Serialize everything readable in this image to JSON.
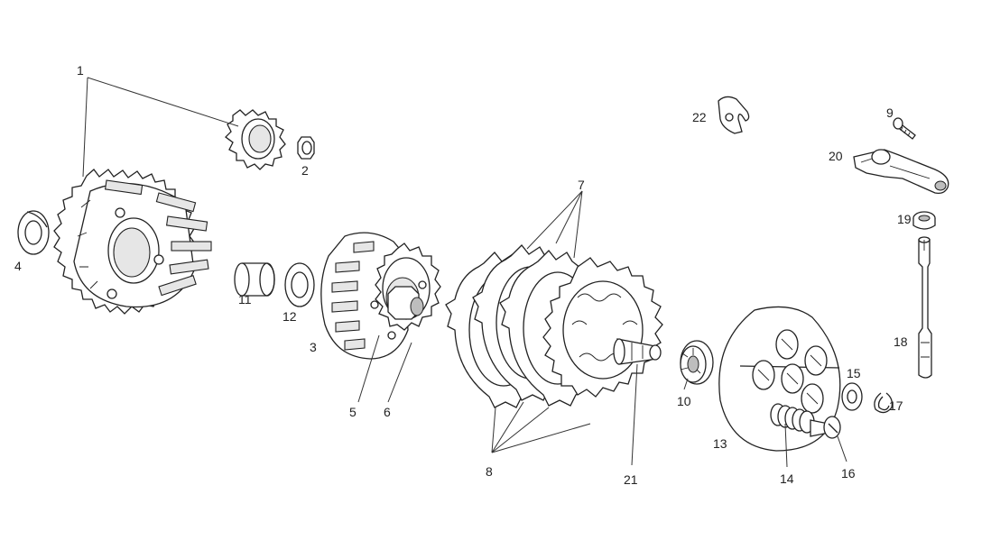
{
  "diagram": {
    "callouts": {
      "c1": "1",
      "c2": "2",
      "c3": "3",
      "c4": "4",
      "c5": "5",
      "c6": "6",
      "c7": "7",
      "c8": "8",
      "c9": "9",
      "c10": "10",
      "c11": "11",
      "c12": "12",
      "c13": "13",
      "c14": "14",
      "c15": "15",
      "c16": "16",
      "c17": "17",
      "c18": "18",
      "c19": "19",
      "c20": "20",
      "c21": "21",
      "c22": "22"
    }
  }
}
